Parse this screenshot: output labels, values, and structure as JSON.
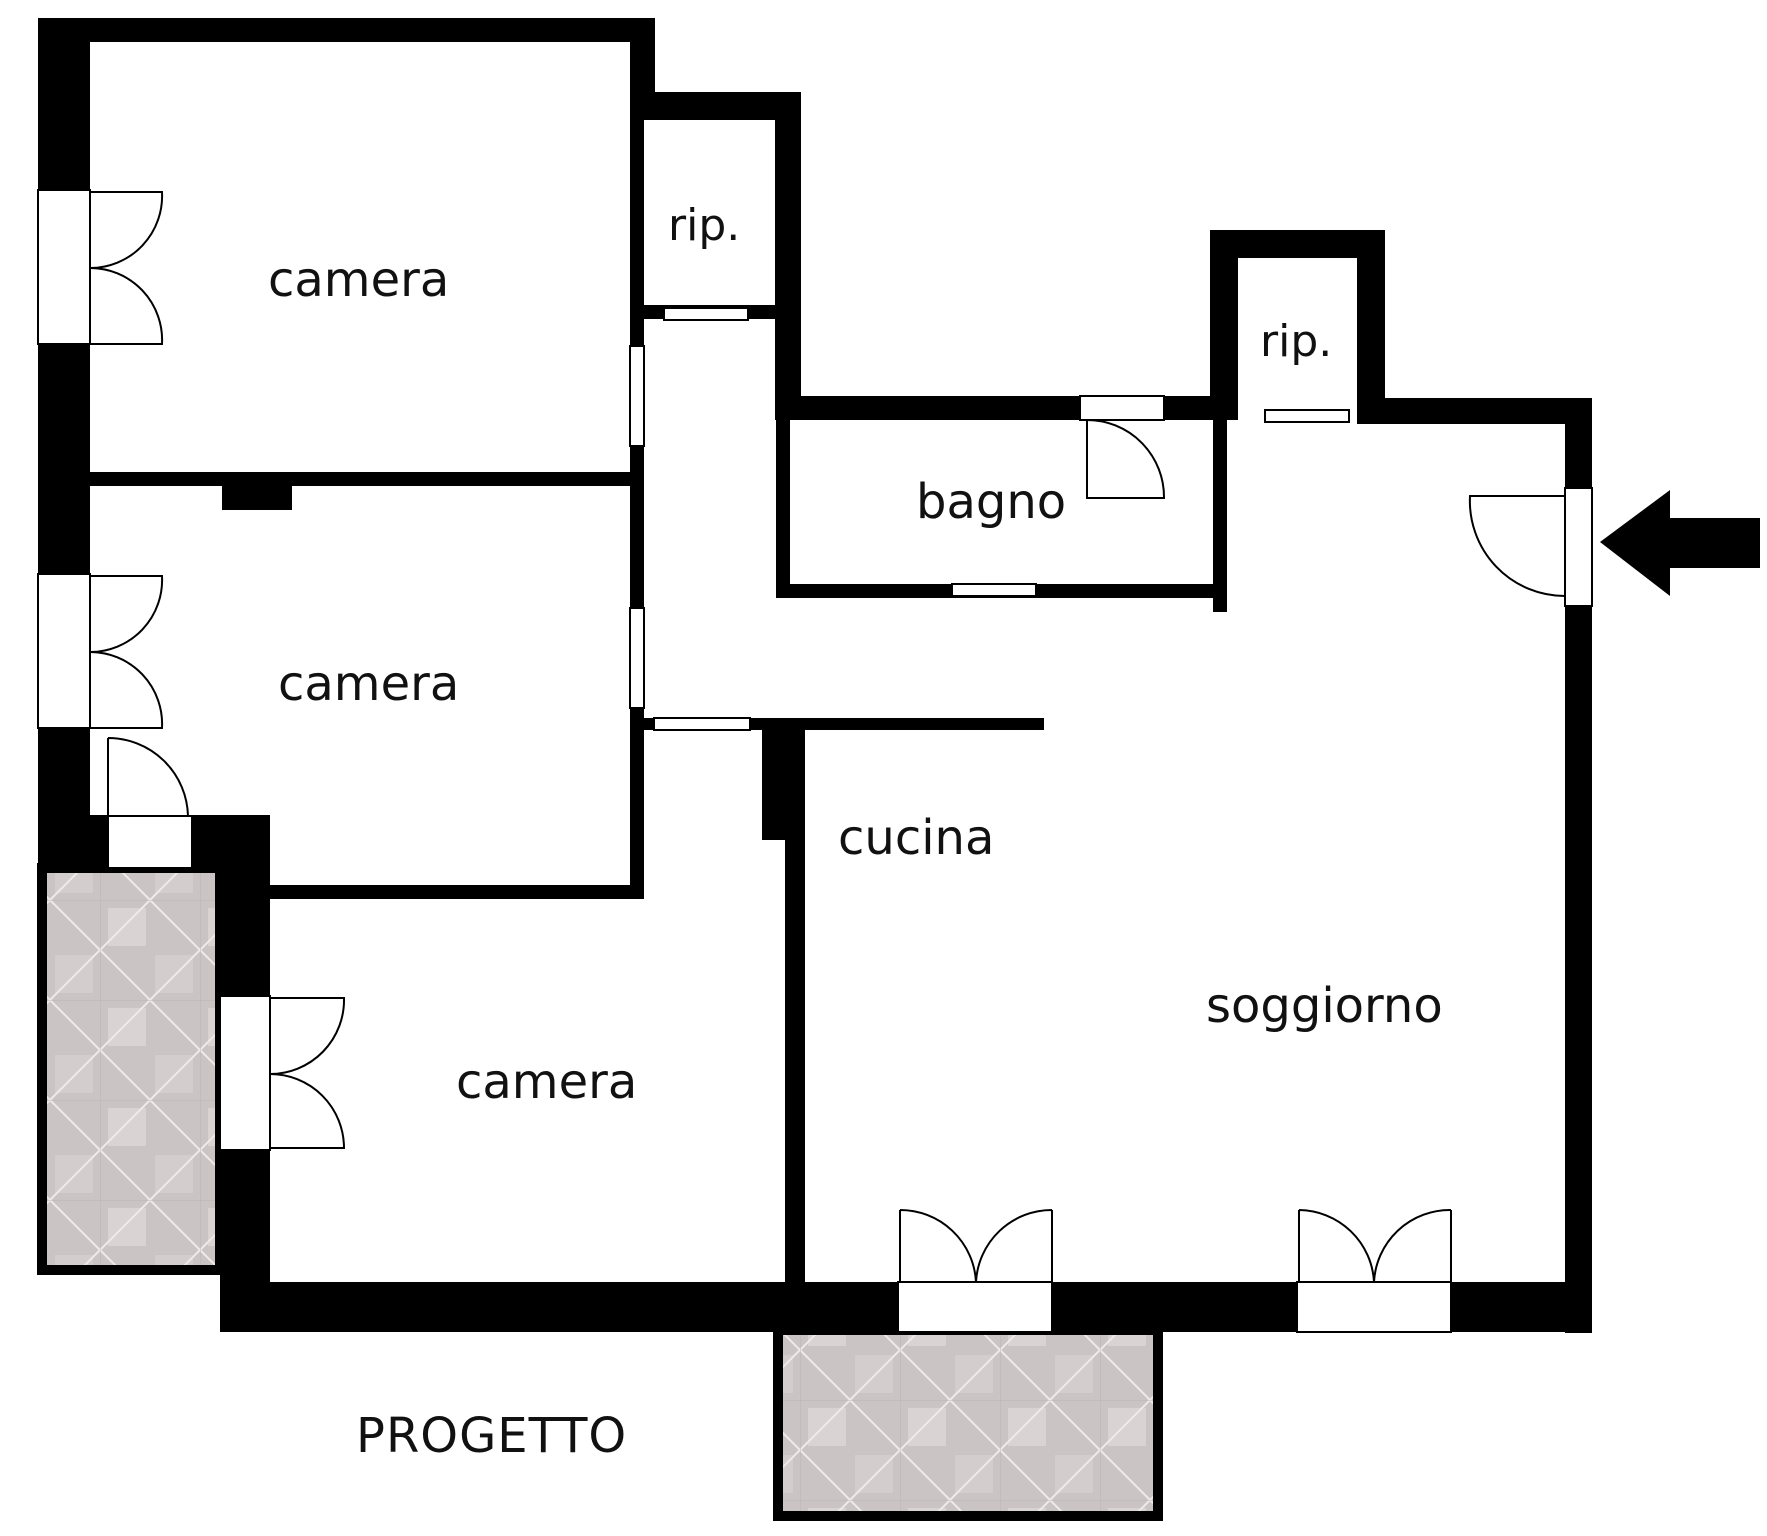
{
  "plan": {
    "rooms": {
      "camera_1": "camera",
      "camera_2": "camera",
      "camera_3": "camera",
      "rip_1": "rip.",
      "rip_2": "rip.",
      "bagno": "bagno",
      "cucina": "cucina",
      "soggiorno": "soggiorno"
    },
    "caption": "PROGETTO",
    "colors": {
      "wall": "#000000",
      "background": "#ffffff",
      "balcony_tile": "#c9c2c2",
      "balcony_tile_light": "#ddd7d7"
    },
    "icons": {
      "entrance": "arrow-left-icon"
    }
  }
}
